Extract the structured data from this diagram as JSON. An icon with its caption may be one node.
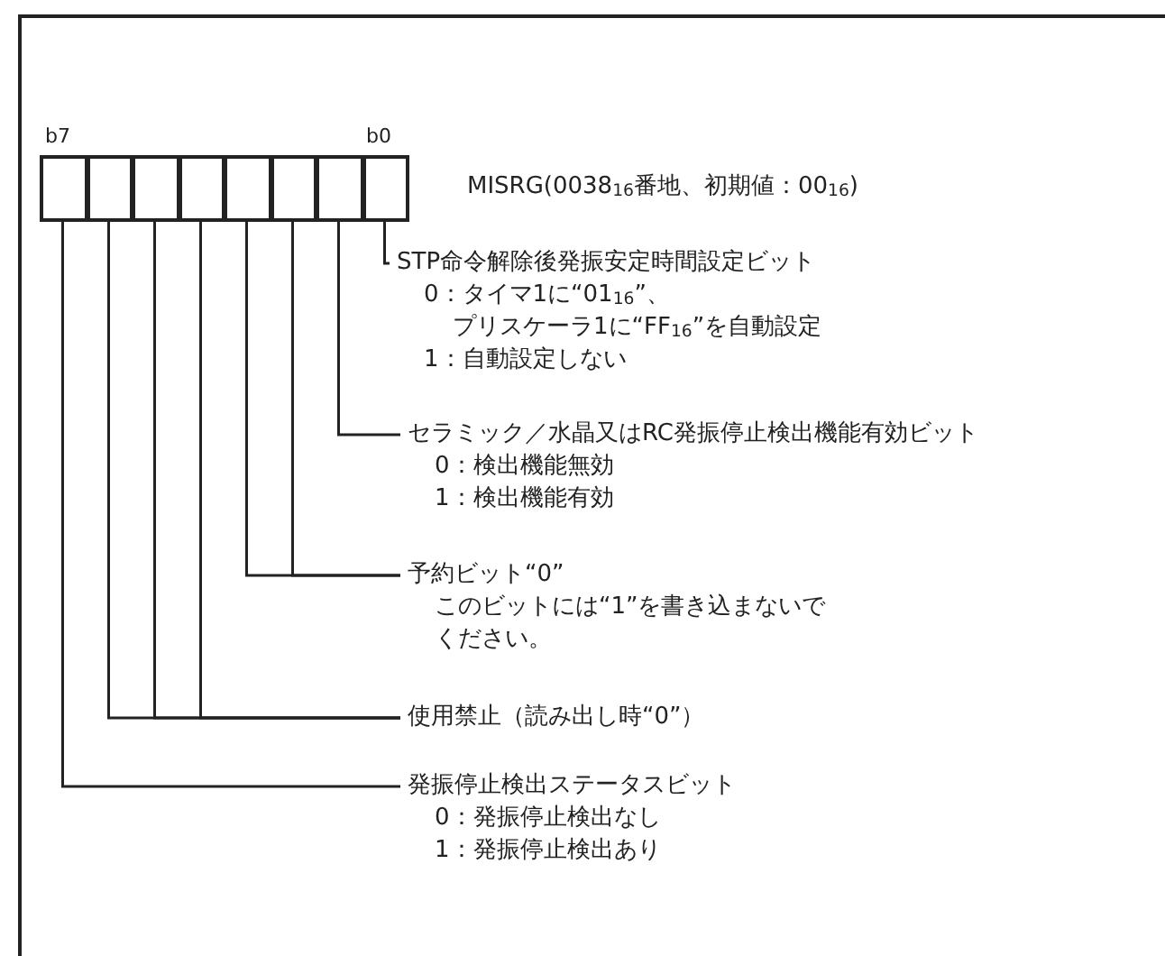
{
  "diagram": {
    "nodes": [
      {
        "text": [],
        "shape": "box"
      },
      {
        "text": [],
        "shape": "box"
      },
      {
        "text": [],
        "shape": "box"
      },
      {
        "text": [],
        "shape": "box"
      },
      {
        "text": [],
        "shape": "box"
      },
      {
        "text": [],
        "shape": "box"
      },
      {
        "text": [],
        "shape": "box"
      },
      {
        "text": [],
        "shape": "box"
      },
      {
        "text": [
          "STP命令解除後発振安定時間設定ビット",
          "0：タイマ1に“01$_{16}$”、プリスケーラ1に“FF$_{16}$”を自動設定",
          "1：自動設定しない"
        ]
      },
      {
        "text": [
          "セラミック／水晶又はRC発振停止検出機能有効ビット",
          "0：検出機能無効",
          "1：検出機能有効"
        ]
      },
      {
        "text": [
          "予約ビット“0”",
          "このビットには“1”を書き込まないでください。"
        ]
      },
      {
        "text": [
          "使用禁止（読み出し時“0”）"
        ]
      },
      {
        "text": [
          "発振停止検出ステータスビット",
          "0：発振停止検出なし",
          "1：発振停止検出あり"
        ]
      }
    ],
    "edges": [
      {
        "from": 0,
        "to": 12,
        "arrow": "none"
      },
      {
        "from": 1,
        "to": 11,
        "arrow": "none"
      },
      {
        "from": 2,
        "to": 11,
        "arrow": "none"
      },
      {
        "from": 3,
        "to": 11,
        "arrow": "none"
      },
      {
        "from": 4,
        "to": 10,
        "arrow": "none"
      },
      {
        "from": 5,
        "to": 10,
        "arrow": "none"
      },
      {
        "from": 6,
        "to": 9,
        "arrow": "none"
      },
      {
        "from": 7,
        "to": 8,
        "arrow": "none"
      }
    ],
    "labels": [
      "b7",
      "b0",
      "MISRG(0038$_{16}$番地、初期値：00$_{16}$)"
    ]
  }
}
